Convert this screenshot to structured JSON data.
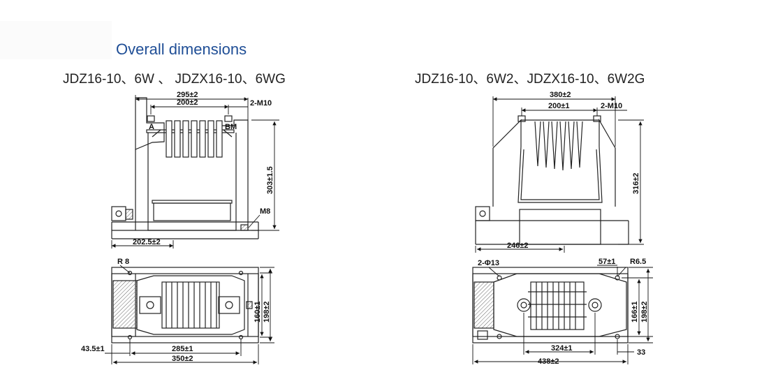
{
  "page": {
    "title": "Overall dimensions",
    "left_model": "JDZ16-10、6W 、 JDZX16-10、6WG",
    "right_model": "JDZ16-10、6W2、JDZX16-10、6W2G"
  },
  "left": {
    "front": {
      "width_overall": "295±2",
      "width_terminals": "200±2",
      "thread": "2-M10",
      "terminal_a": "A",
      "terminal_bm": "BM",
      "height": "303±1.5",
      "ground_bolt": "M8",
      "base_offset": "202.5±2"
    },
    "plan": {
      "corner_radius": "R 8",
      "depth_inner": "160±1",
      "depth_outer": "198±2",
      "edge_offset": "43.5±1",
      "hole_spacing": "285±1",
      "length_overall": "350±2"
    }
  },
  "right": {
    "front": {
      "width_overall": "380±2",
      "width_terminals": "200±1",
      "thread": "2-M10",
      "height": "316±2"
    },
    "side": {
      "base_offset": "246±2"
    },
    "plan": {
      "holes": "2-Φ13",
      "hole_pitch": "57±1",
      "corner_radius": "R6.5",
      "depth_inner": "166±1",
      "depth_outer": "198±2",
      "hole_spacing": "324±1",
      "edge_offset": "33",
      "length_overall": "438±2"
    }
  }
}
